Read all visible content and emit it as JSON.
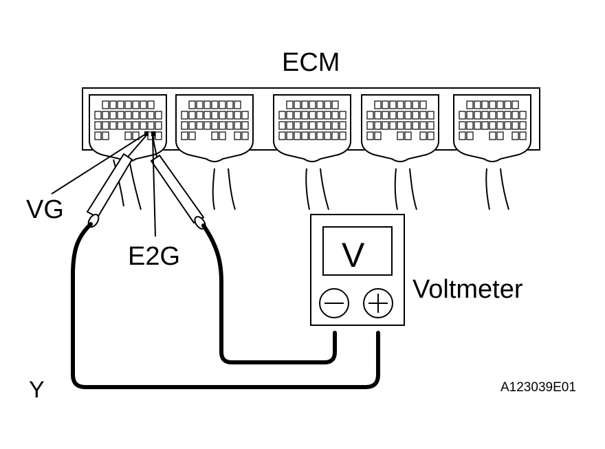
{
  "labels": {
    "ecm": "ECM",
    "vg": "VG",
    "e2g": "E2G",
    "voltmeter": "Voltmeter",
    "meter_display": "V",
    "corner_mark": "Y",
    "figure_id": "A123039E01"
  },
  "meter": {
    "negative_icon": "minus-circle-icon",
    "positive_icon": "plus-circle-icon"
  },
  "colors": {
    "line": "#000000",
    "background": "#ffffff"
  }
}
